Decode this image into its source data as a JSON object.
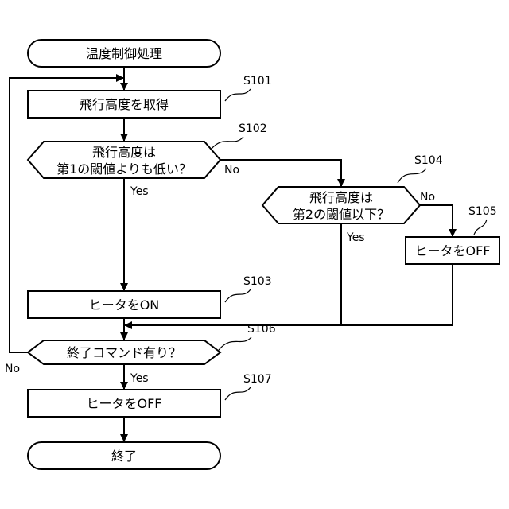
{
  "nodes": {
    "start": "温度制御処理",
    "s101": "飛行高度を取得",
    "s102_line1": "飛行高度は",
    "s102_line2": "第1の閾値よりも低い？",
    "s104_line1": "飛行高度は",
    "s104_line2": "第2の閾値以下？",
    "s105": "ヒータをOFF",
    "s103": "ヒータをON",
    "s106": "終了コマンド有り？",
    "s107": "ヒータをOFF",
    "end": "終了"
  },
  "step_labels": {
    "s101": "S101",
    "s102": "S102",
    "s103": "S103",
    "s104": "S104",
    "s105": "S105",
    "s106": "S106",
    "s107": "S107"
  },
  "edge_labels": {
    "s102_no": "No",
    "s102_yes": "Yes",
    "s104_no": "No",
    "s104_yes": "Yes",
    "s106_yes": "Yes",
    "s106_no": "No"
  }
}
